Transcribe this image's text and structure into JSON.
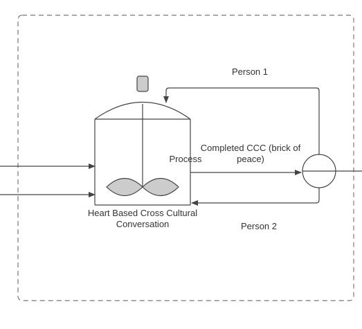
{
  "labels": {
    "person_1": "Person 1",
    "completed_line_1": "Completed CCC (brick of",
    "completed_line_2": "peace)",
    "process": "Process",
    "vessel_line_1": "Heart Based Cross Cultural",
    "vessel_line_2": "Conversation",
    "person_2": "Person 2"
  },
  "colors": {
    "stroke": "#444444",
    "fill_gray": "#cccccc",
    "text": "#333333",
    "frame_dash": "#777777"
  }
}
